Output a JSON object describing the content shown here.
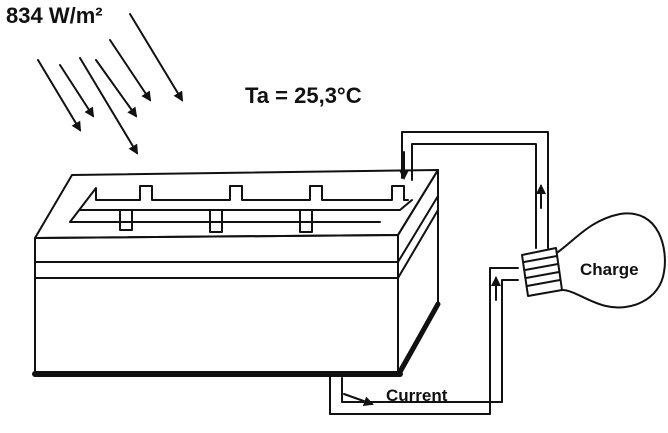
{
  "labels": {
    "irradiance": "834 W/m²",
    "ambient_temperature": "Ta = 25,3°C",
    "load": "Charge",
    "current": "Current"
  },
  "colors": {
    "ink": "#111111",
    "background": "#ffffff"
  }
}
